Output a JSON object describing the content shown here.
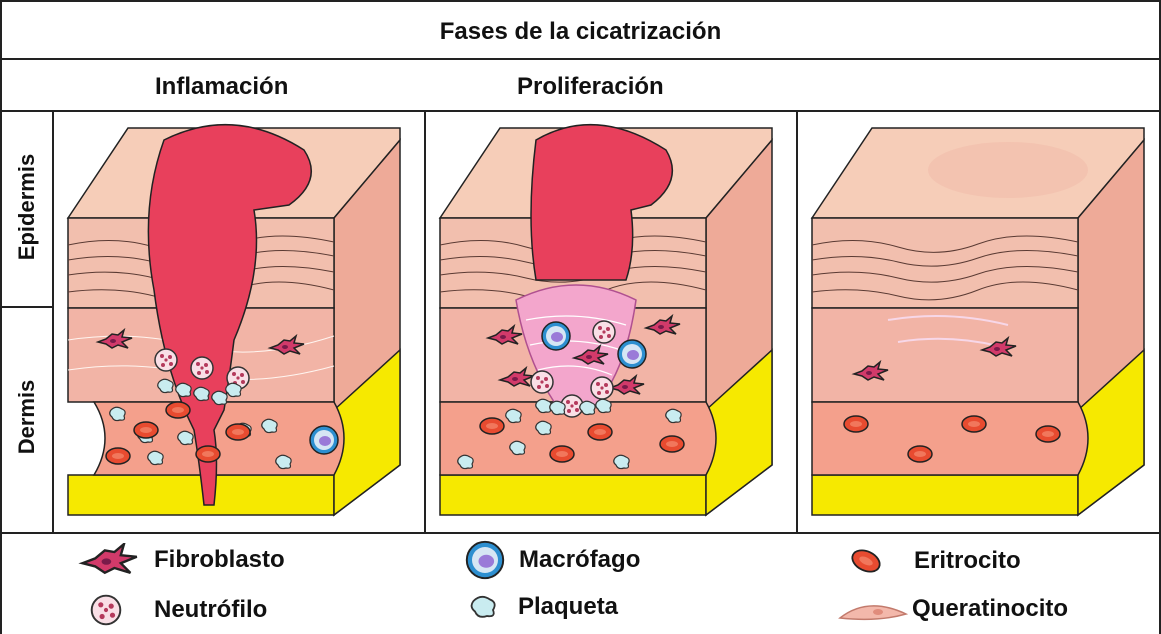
{
  "title": "Fases de la cicatrización",
  "phases": [
    {
      "label": "Inflamación"
    },
    {
      "label": "Proliferación"
    },
    {
      "label": ""
    }
  ],
  "layers": {
    "epidermis": "Epidermis",
    "dermis": "Dermis"
  },
  "legend": [
    {
      "label": "Fibroblasto",
      "icon": "fibroblast-icon"
    },
    {
      "label": "Macrófago",
      "icon": "macrophage-icon"
    },
    {
      "label": "Eritrocito",
      "icon": "erythrocyte-icon"
    },
    {
      "label": "Neutrófilo",
      "icon": "neutrophil-icon"
    },
    {
      "label": "Plaqueta",
      "icon": "platelet-icon"
    },
    {
      "label": "Queratinocito",
      "icon": "keratinocyte-icon"
    }
  ],
  "colors": {
    "skin_top": "#f6cdb8",
    "skin_side": "#eeaa98",
    "dermis": "#f2b4a6",
    "wound": "#e8405c",
    "vessel": "#f4a08c",
    "fat": "#f6e900",
    "line": "#222222"
  }
}
